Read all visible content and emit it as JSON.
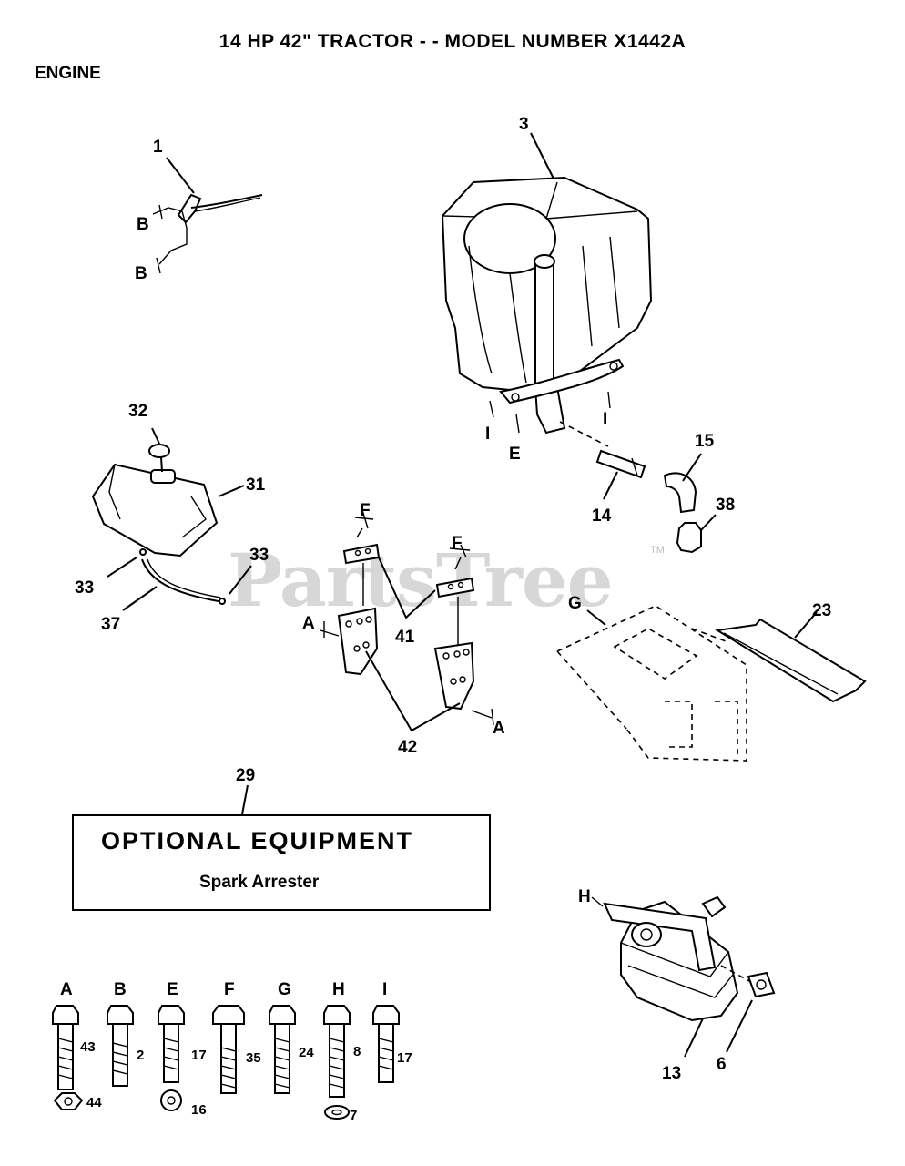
{
  "title": "14 HP 42\" TRACTOR - - MODEL NUMBER X1442A",
  "section": "ENGINE",
  "watermark": "PartsTree",
  "watermark_tm": "TM",
  "optional": {
    "heading": "OPTIONAL EQUIPMENT",
    "item": "Spark Arrester"
  },
  "callouts": {
    "c1": "1",
    "c3": "3",
    "c32": "32",
    "c31": "31",
    "c33a": "33",
    "c33b": "33",
    "c37": "37",
    "c14": "14",
    "c15": "15",
    "c38": "38",
    "c23": "23",
    "c41": "41",
    "c42": "42",
    "c29": "29",
    "c13": "13",
    "c6": "6"
  },
  "refs": {
    "B1": "B",
    "B2": "B",
    "I1": "I",
    "E": "E",
    "I2": "I",
    "F1": "F",
    "F2": "F",
    "A1": "A",
    "A2": "A",
    "G": "G",
    "H": "H"
  },
  "hardware": [
    {
      "letter": "A",
      "num": "43"
    },
    {
      "letter": "B",
      "num": "2"
    },
    {
      "letter": "E",
      "num": "17"
    },
    {
      "letter": "F",
      "num": "35"
    },
    {
      "letter": "G",
      "num": "24"
    },
    {
      "letter": "H",
      "num": "8"
    },
    {
      "letter": "I",
      "num": "17"
    }
  ],
  "hardware_nuts": {
    "n44": "44",
    "n16": "16",
    "n7": "7"
  }
}
